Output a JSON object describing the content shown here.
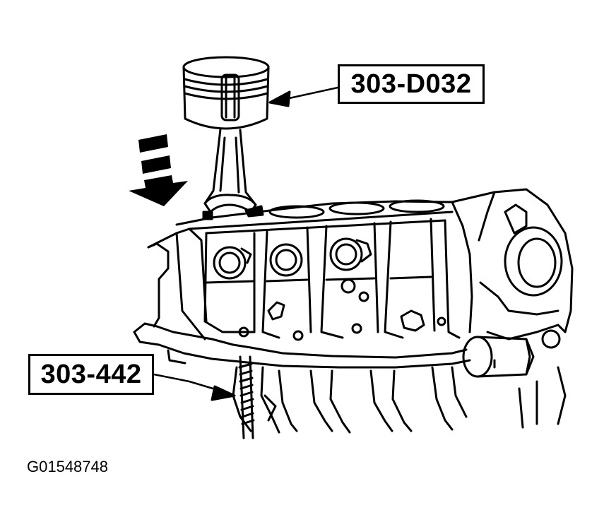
{
  "callouts": {
    "piston_tool": "303-D032",
    "bolt_tool": "303-442"
  },
  "figure_id": "G01548748"
}
